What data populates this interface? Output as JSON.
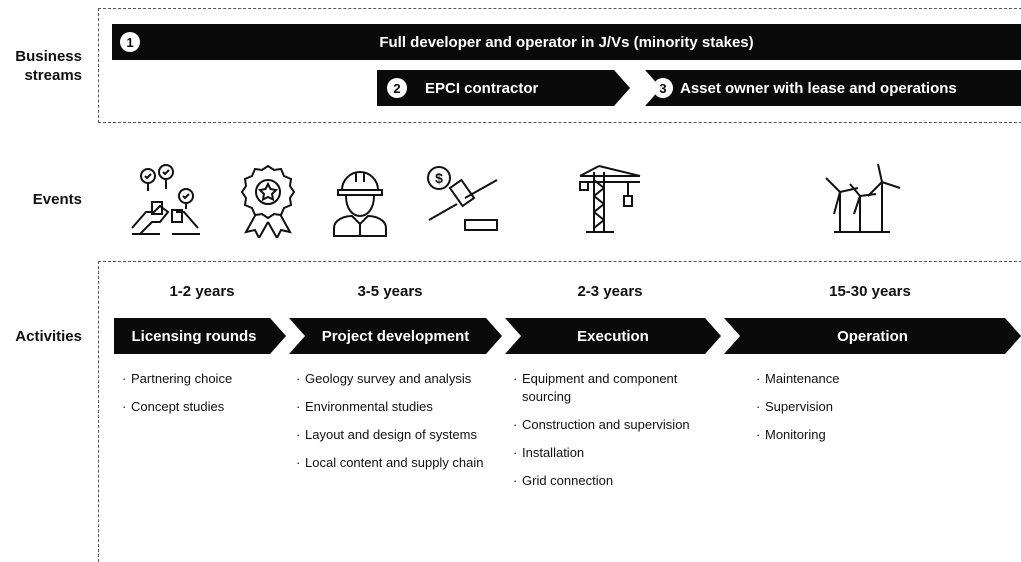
{
  "row_labels": {
    "business_line1": "Business",
    "business_line2": "streams",
    "events": "Events",
    "activities": "Activities"
  },
  "streams": [
    {
      "number": "1",
      "label": "Full developer and operator in J/Vs (minority stakes)"
    },
    {
      "number": "2",
      "label": "EPCI contractor"
    },
    {
      "number": "3",
      "label": "Asset owner with lease and operations"
    }
  ],
  "events_icons": [
    "handshake-agreement-icon",
    "award-ribbon-icon",
    "worker-helmet-icon",
    "auction-gavel-icon",
    "tower-crane-icon",
    "wind-turbines-icon"
  ],
  "phases": [
    {
      "duration": "1-2 years",
      "label": "Licensing rounds",
      "items": [
        "Partnering choice",
        "Concept studies"
      ]
    },
    {
      "duration": "3-5 years",
      "label": "Project development",
      "items": [
        "Geology survey and analysis",
        "Environmental studies",
        "Layout and design of systems",
        "Local content and supply chain"
      ]
    },
    {
      "duration": "2-3 years",
      "label": "Execution",
      "items": [
        "Equipment and component sourcing",
        "Construction and supervision",
        "Installation",
        "Grid connection"
      ]
    },
    {
      "duration": "15-30 years",
      "label": "Operation",
      "items": [
        "Maintenance",
        "Supervision",
        "Monitoring"
      ]
    }
  ]
}
